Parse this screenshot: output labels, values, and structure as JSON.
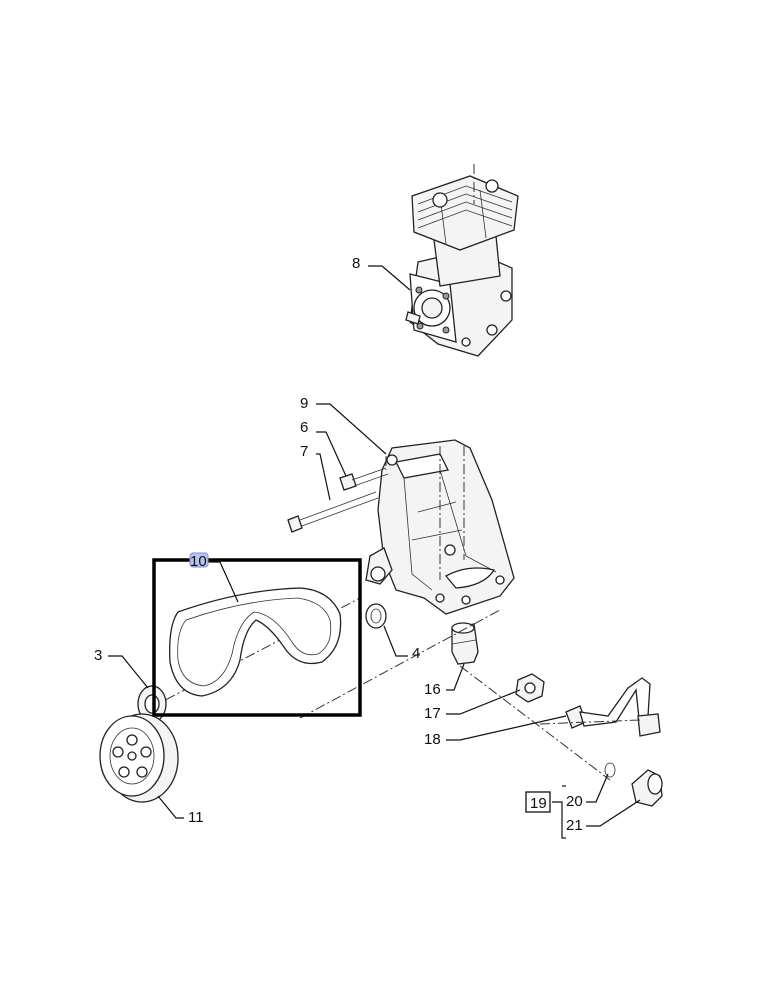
{
  "callouts": {
    "c3": "3",
    "c4": "4",
    "c6": "6",
    "c7": "7",
    "c8": "8",
    "c9": "9",
    "c10": "10",
    "c11": "11",
    "c16": "16",
    "c17": "17",
    "c18": "18",
    "c19": "19",
    "c20": "20",
    "c21": "21"
  },
  "colors": {
    "highlight_badge": "#b8c4f0",
    "selection_frame": "#000000"
  }
}
